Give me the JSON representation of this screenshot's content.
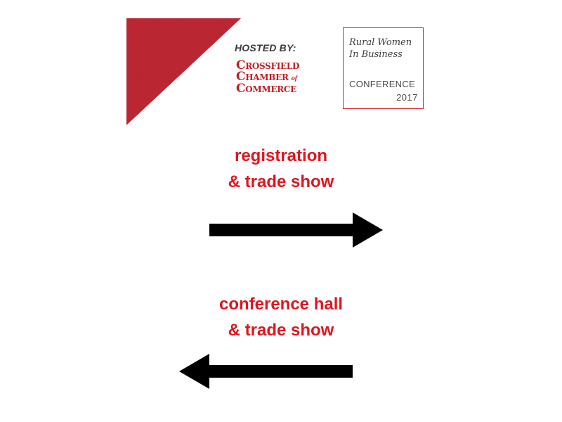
{
  "header": {
    "hosted_label": "HOSTED BY:",
    "host_logo": {
      "line1_cap": "C",
      "line1_rest": "ROSSFIELD",
      "line2_cap": "C",
      "line2_rest": "HAMBER",
      "line2_of": "of",
      "line3_cap": "C",
      "line3_rest": "OMMERCE"
    },
    "conference_badge": {
      "title": "Rural Women\nIn Business",
      "label": "CONFERENCE",
      "year": "2017"
    }
  },
  "signs": [
    {
      "line1": "registration",
      "line2": "& trade show",
      "arrow": "right-arrow"
    },
    {
      "line1": "conference hall",
      "line2": "& trade show",
      "arrow": "left-arrow"
    }
  ],
  "colors": {
    "accent_red": "#e0151f",
    "corner_red": "#b8212c",
    "logo_red": "#c41e24",
    "arrow": "#000000"
  }
}
